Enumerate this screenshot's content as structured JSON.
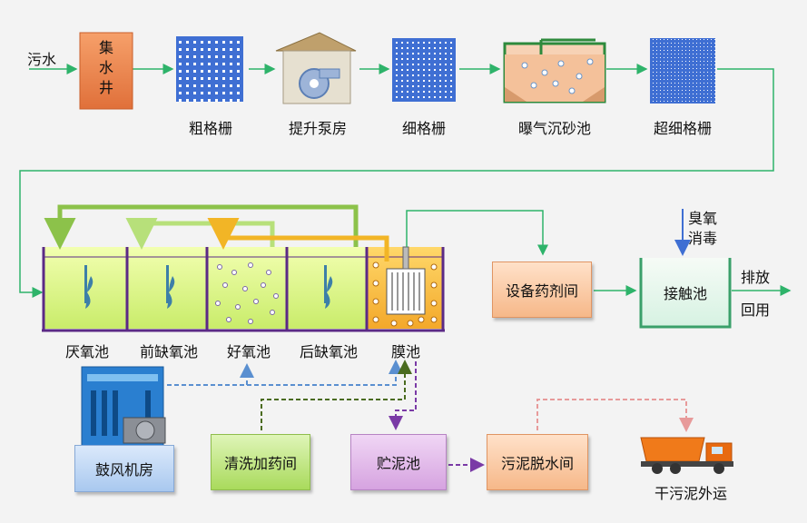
{
  "labels": {
    "sewage": "污水",
    "collection_well": "集\n水\n井",
    "coarse_screen": "粗格栅",
    "pump_house": "提升泵房",
    "fine_screen": "细格栅",
    "aerated_grit": "曝气沉砂池",
    "ultra_fine_screen": "超细格栅",
    "anaerobic": "厌氧池",
    "pre_anoxic": "前缺氧池",
    "aerobic": "好氧池",
    "post_anoxic": "后缺氧池",
    "membrane": "膜池",
    "equipment_room": "设备药剂间",
    "ozone": "臭氧\n消毒",
    "contact_tank": "接触池",
    "discharge": "排放",
    "reuse": "回用",
    "blower_room": "鼓风机房",
    "cleaning_room": "清洗加药间",
    "sludge_tank": "贮泥池",
    "dewatering_room": "污泥脱水间",
    "dry_sludge": "干污泥外运"
  },
  "colors": {
    "flow_line": "#2eb36a",
    "return_green": "#8cc24a",
    "return_light": "#b7e07a",
    "return_yellow": "#f2b526",
    "air_blue": "#5a8fd0",
    "drug_green": "#4a6b1f",
    "sludge_purple": "#7a3aa6",
    "truck_pink": "#e79a9a",
    "tank_frame": "#5b2a86",
    "screen_blue": "#3f6fd3"
  }
}
